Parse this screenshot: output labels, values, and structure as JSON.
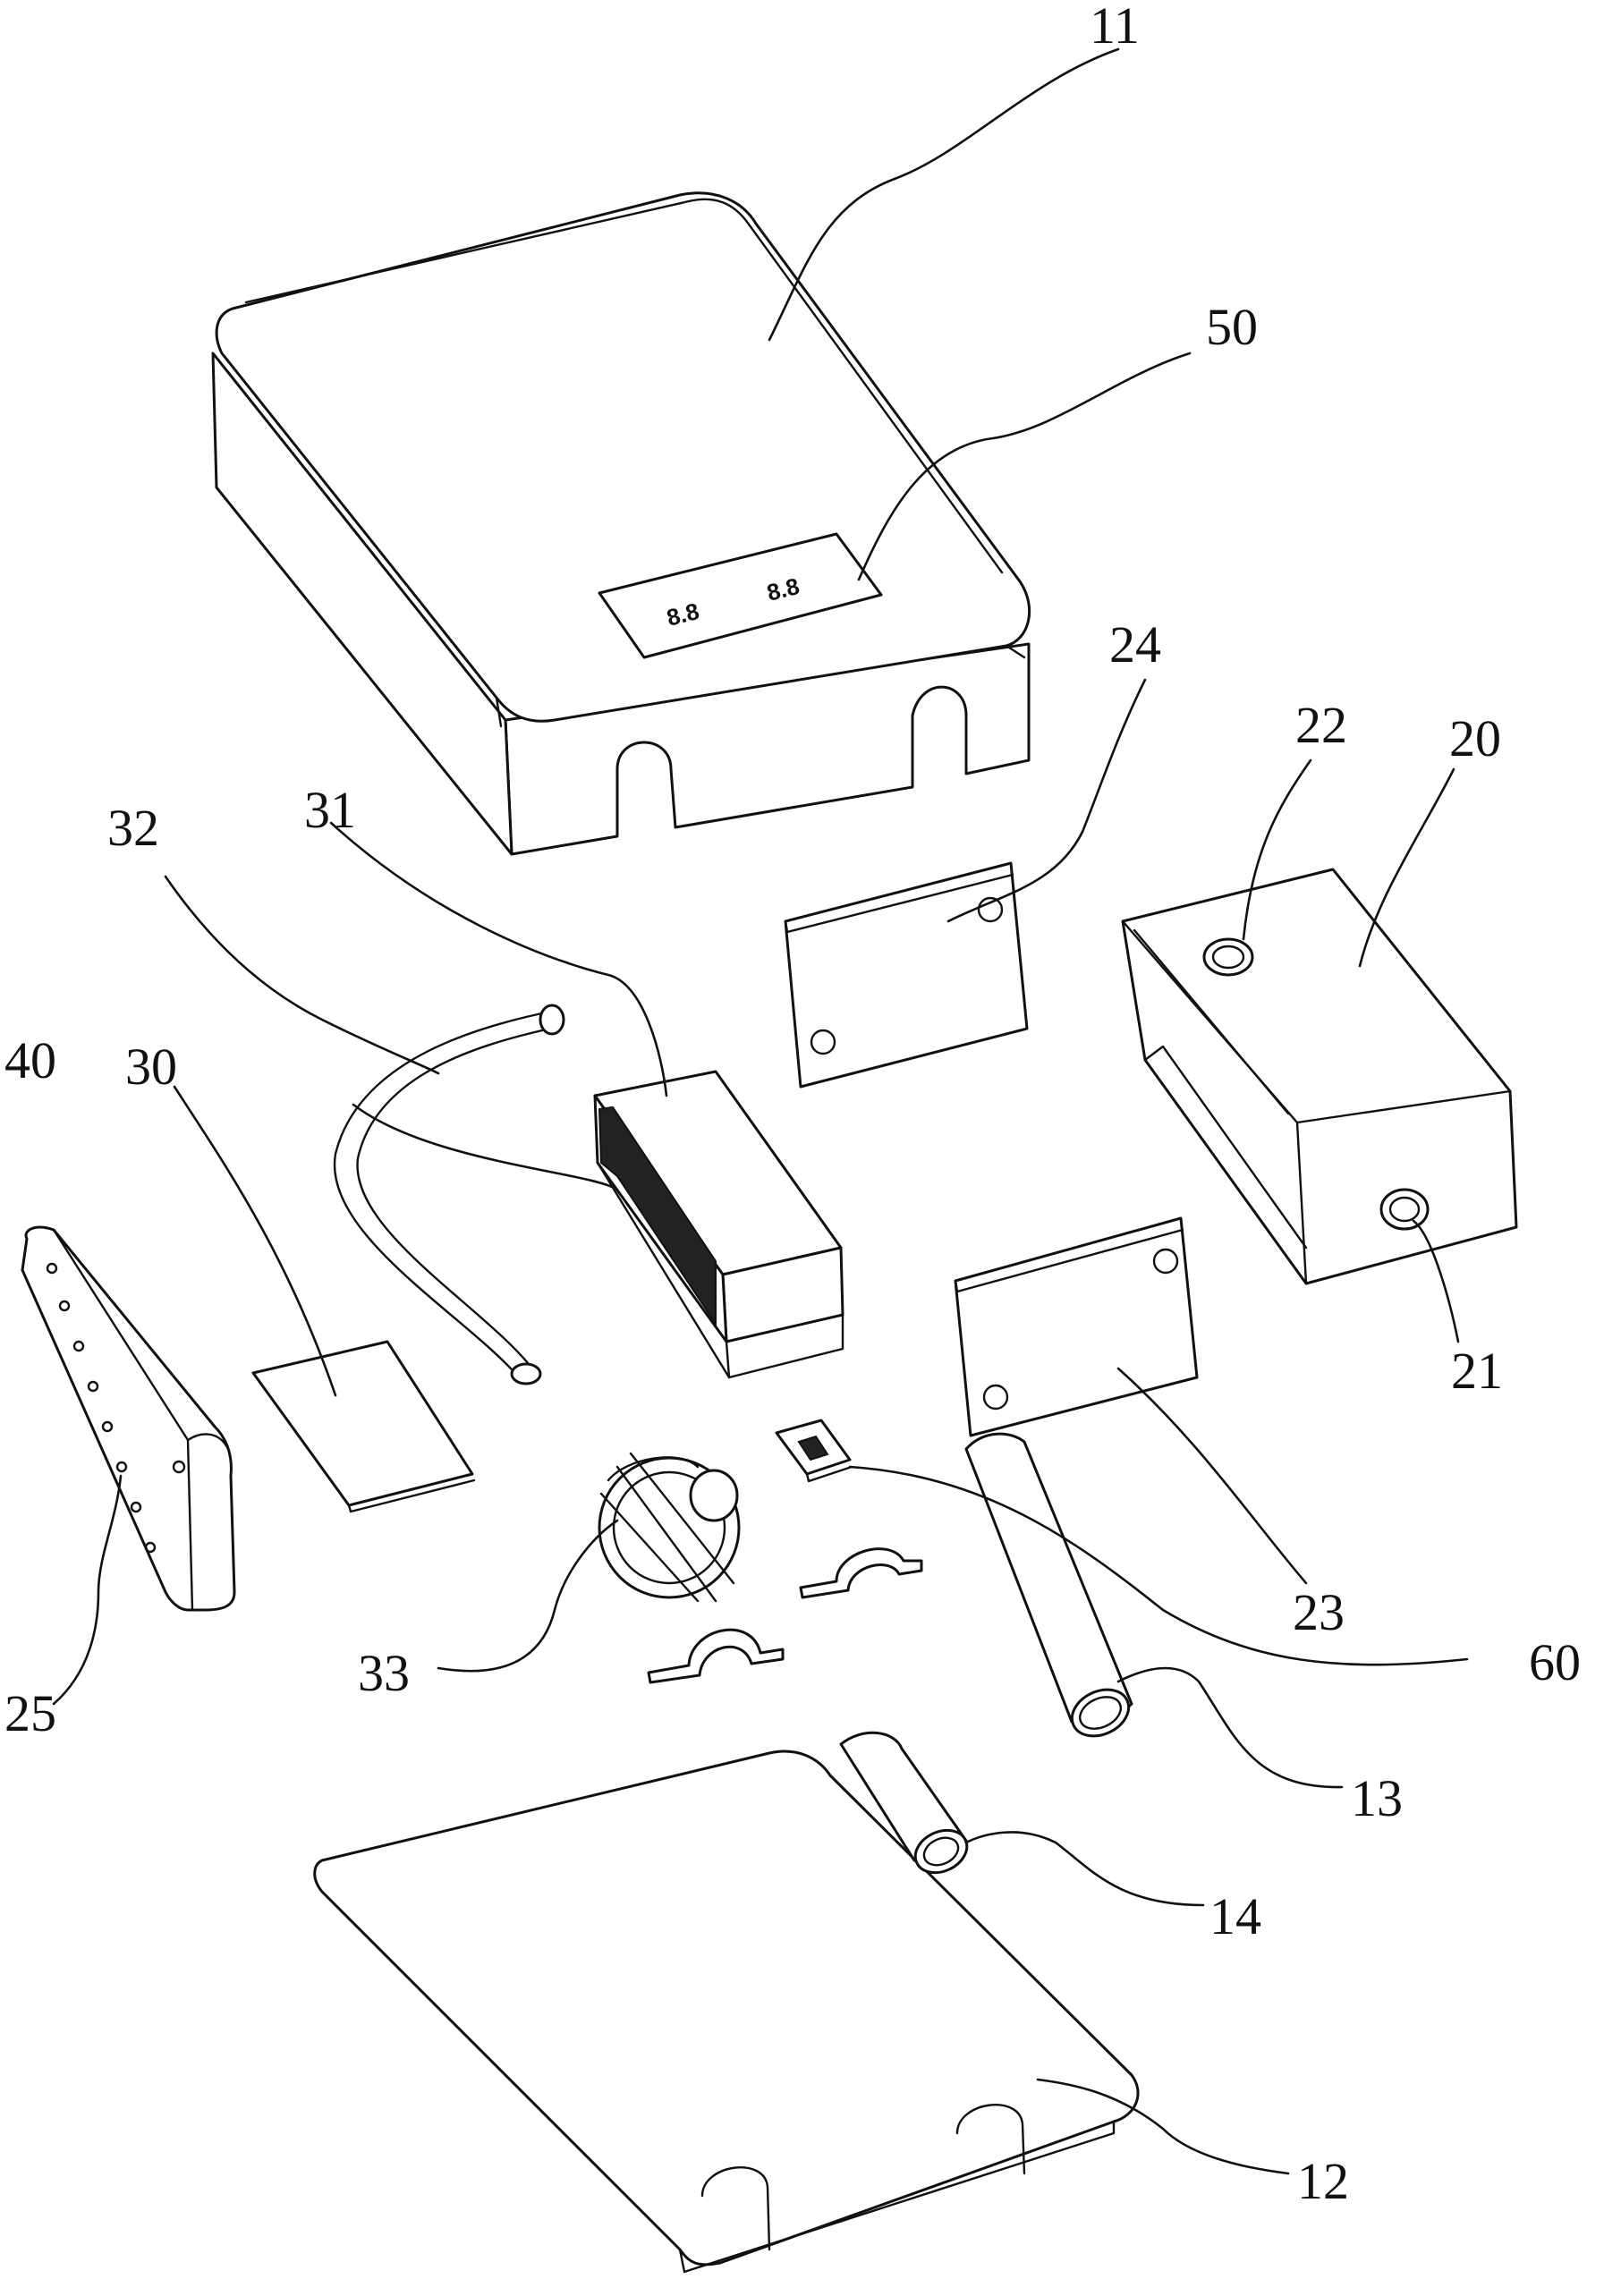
{
  "labels": {
    "l11": "11",
    "l50": "50",
    "l24": "24",
    "l22": "22",
    "l20": "20",
    "l32": "32",
    "l31": "31",
    "l40": "40",
    "l30": "30",
    "l21": "21",
    "l23": "23",
    "l60": "60",
    "l33": "33",
    "l25": "25",
    "l13": "13",
    "l14": "14",
    "l12": "12"
  },
  "display": {
    "left": "8.8",
    "right": "8.8"
  }
}
